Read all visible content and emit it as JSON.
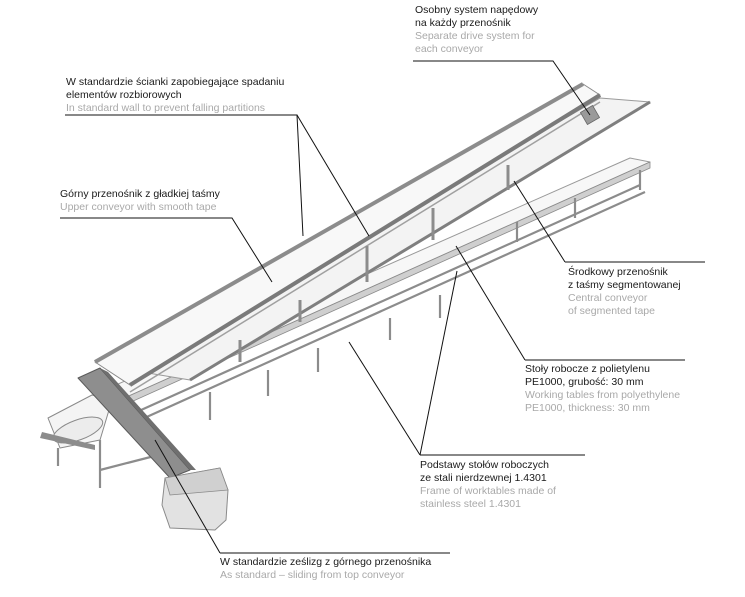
{
  "diagram": {
    "subject": "Multi-level conveyor line with working tables",
    "colors": {
      "label_primary": "#1a1a1a",
      "label_secondary": "#a9a9a9",
      "leader_line": "#111111",
      "steel": "#8c8c8c",
      "belt": "#f4f4f4"
    },
    "callouts": [
      {
        "id": "drive-system",
        "pl": [
          "Osobny system napędowy",
          "na każdy przenośnik"
        ],
        "en": [
          "Separate drive system for",
          "each conveyor"
        ]
      },
      {
        "id": "walls",
        "pl": [
          "W standardzie ścianki zapobiegające spadaniu",
          "elementów rozbiorowych"
        ],
        "en": [
          "In standard wall to prevent falling partitions"
        ]
      },
      {
        "id": "upper-conveyor",
        "pl": [
          "Górny przenośnik z gładkiej taśmy"
        ],
        "en": [
          "Upper conveyor with smooth tape"
        ]
      },
      {
        "id": "central-conveyor",
        "pl": [
          "Środkowy przenośnik",
          "z taśmy segmentowanej"
        ],
        "en": [
          "Central conveyor",
          "of segmented tape"
        ]
      },
      {
        "id": "working-tables",
        "pl": [
          "Stoły robocze z polietylenu",
          "PE1000, grubość: 30 mm"
        ],
        "en": [
          "Working tables from polyethylene",
          "PE1000, thickness: 30 mm"
        ]
      },
      {
        "id": "table-frames",
        "pl": [
          "Podstawy stołów roboczych",
          "ze stali nierdzewnej 1.4301"
        ],
        "en": [
          "Frame of worktables made of",
          "stainless steel 1.4301"
        ]
      },
      {
        "id": "chute",
        "pl": [
          "W standardzie ześlizg z górnego przenośnika"
        ],
        "en": [
          "As standard – sliding from top conveyor"
        ]
      }
    ]
  }
}
